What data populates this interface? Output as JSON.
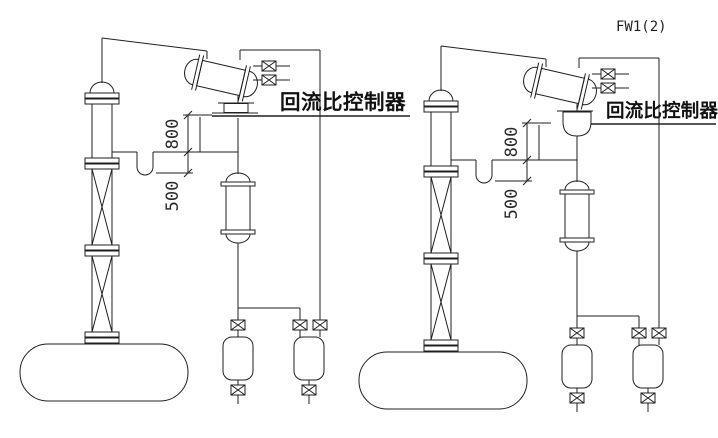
{
  "drawing_title": "FW1(2)",
  "colors": {
    "line": "#1f1f1f",
    "background": "#ffffff",
    "text": "#111111"
  },
  "diagrams": {
    "left": {
      "controller_label": "回流比控制器",
      "dim_800": "800",
      "dim_500": "500"
    },
    "right": {
      "controller_label": "回流比控制器",
      "dim_800": "800",
      "dim_500": "500"
    }
  }
}
